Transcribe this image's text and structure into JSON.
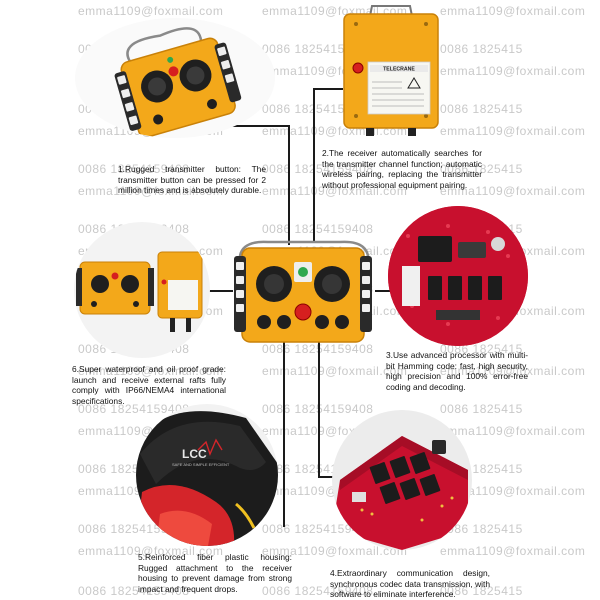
{
  "watermarks": {
    "email": "emma1109@foxmail.com",
    "phone": "0086 18254159408",
    "phone_short": "0086 1825415"
  },
  "receiver": {
    "brand_label": "TELECRANE"
  },
  "lcc": {
    "logo_text": "LCC",
    "tagline": "SAFE AND SIMPLE EFFICIENT"
  },
  "captions": {
    "c1": "1.Rugged transmitter button: The transmitter button can be pressed for 2 million times and is absolutely durable.",
    "c2": "2.The receiver automatically searches for the transmitter channel function; automatic wireless pairing, replacing the transmitter without professional equipment pairing.",
    "c3": "3.Use advanced processor with multi-bit Hamming code: fast, high security, high precision and 100% error-free coding and decoding.",
    "c4": "4.Extraordinary communication design, synchronous codec data transmission, with software to eliminate interference.",
    "c5": "5.Reinforced fiber plastic housing: Rugged attachment to the receiver housing to prevent damage from strong impact and frequent drops.",
    "c6": "6.Super waterproof and oil proof grade: launch and receive external rafts fully comply with IP66/NEMA4 international specifications."
  },
  "colors": {
    "housing": "#f3a81a",
    "housing_dark": "#c98108",
    "board": "#c8102e",
    "relay": "#1c1c1c",
    "line": "#1a1a1a"
  }
}
